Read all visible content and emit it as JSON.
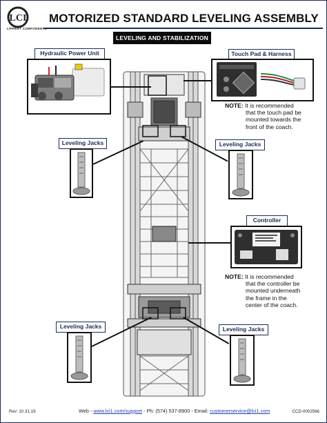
{
  "header": {
    "logo_mark": "LCI",
    "logo_wordmark": "LIPPERT COMPONENTS",
    "title": "MOTORIZED STANDARD LEVELING ASSEMBLY",
    "section": "LEVELING AND STABILIZATION"
  },
  "callouts": {
    "hydraulic_power_unit": "Hydraulic Power Unit",
    "touch_pad": "Touch Pad & Harness",
    "leveling_jacks_upper_left": "Leveling Jacks",
    "leveling_jacks_upper_right": "Leveling Jacks",
    "controller": "Controller",
    "leveling_jacks_lower_left": "Leveling Jacks",
    "leveling_jacks_lower_right": "Leveling Jacks"
  },
  "notes": {
    "touch_pad": {
      "prefix": "NOTE:",
      "lines": [
        "It is recommended",
        "that the touch pad be",
        "mounted towards the",
        "front of the coach."
      ]
    },
    "controller": {
      "prefix": "NOTE:",
      "lines": [
        "It is recommended",
        "that the controller be",
        "mounted underneath",
        "the frame in the",
        "center of the coach."
      ]
    }
  },
  "footer": {
    "rev": "Rev: 10.31.19",
    "web_label": "Web - ",
    "web_link": "www.lci1.com/support",
    "phone": " - Ph: (574) 537-8900 - Email: ",
    "email": "customerservice@lci1.com",
    "doc_code": "CCD-0002566"
  },
  "colors": {
    "navy": "#1b2a55",
    "banner": "#0b0b0b",
    "link": "#1f3fa8"
  }
}
